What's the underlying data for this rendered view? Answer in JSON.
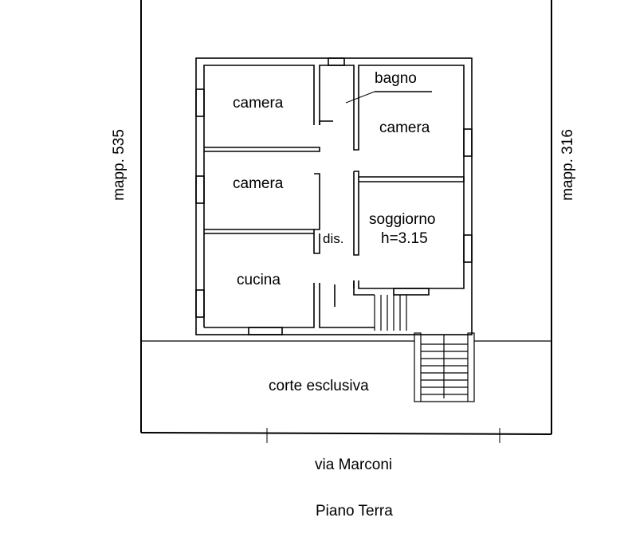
{
  "plan": {
    "title": "Piano Terra",
    "street": "via Marconi",
    "left_parcel": "mapp. 535",
    "right_parcel": "mapp. 316",
    "rooms": {
      "camera_1": "camera",
      "bagno": "bagno",
      "camera_2": "camera",
      "camera_3": "camera",
      "soggiorno": "soggiorno",
      "soggiorno_height": "h=3.15",
      "dis": "dis.",
      "cucina": "cucina",
      "corte": "corte esclusiva"
    }
  }
}
